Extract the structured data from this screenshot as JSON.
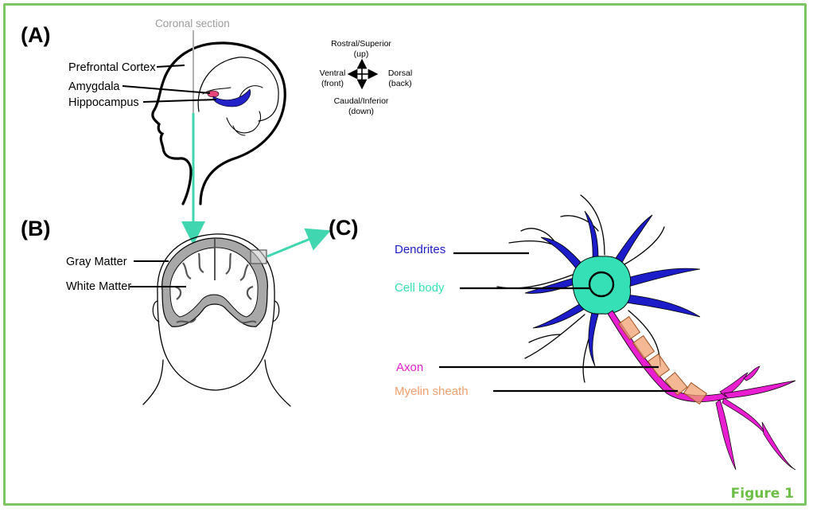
{
  "panels": {
    "a": "(A)",
    "b": "(B)",
    "c": "(C)"
  },
  "panel_a": {
    "coronal_section": "Coronal section",
    "prefrontal_cortex": "Prefrontal Cortex",
    "amygdala": "Amygdala",
    "hippocampus": "Hippocampus",
    "compass": {
      "up_1": "Rostral/Superior",
      "up_2": "(up)",
      "left_1": "Ventral",
      "left_2": "(front)",
      "right_1": "Dorsal",
      "right_2": "(back)",
      "down_1": "Caudal/Inferior",
      "down_2": "(down)"
    }
  },
  "panel_b": {
    "gray_matter": "Gray Matter",
    "white_matter": "White Matter"
  },
  "panel_c": {
    "dendrites": "Dendrites",
    "cell_body": "Cell body",
    "axon": "Axon",
    "myelin_sheath": "Myelin sheath"
  },
  "figure_label": "Figure 1",
  "colors": {
    "border": "#7dc462",
    "arrow": "#3fd6b0",
    "dendrites": "#1c1cc8",
    "cell_body": "#35e0b6",
    "axon": "#e81ed0",
    "myelin": "#f0a070",
    "figure_label": "#6cbf45",
    "amygdala": "#e8457a",
    "hippocampus": "#2222c8",
    "coronal_line": "#b0b0b0"
  }
}
